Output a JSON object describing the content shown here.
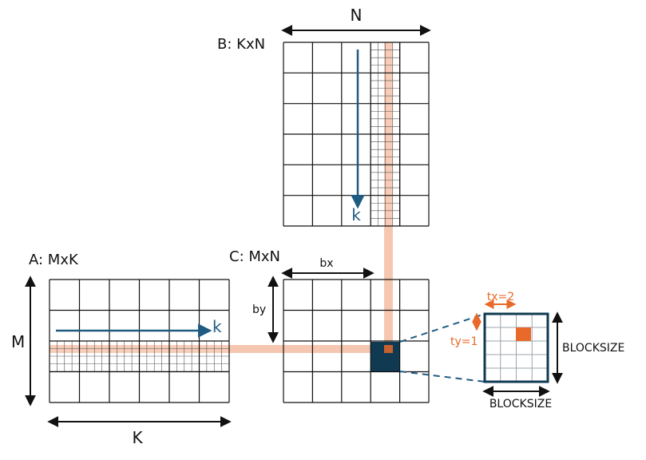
{
  "labels": {
    "matrix_a": "A: MxK",
    "matrix_b": "B: KxN",
    "matrix_c": "C: MxN",
    "dim_m": "M",
    "dim_k": "K",
    "dim_n": "N",
    "bx": "bx",
    "by": "by",
    "k_a": "k",
    "k_b": "k",
    "tx": "tx=2",
    "ty": "ty=1",
    "blocksize_right": "BLOCKSIZE",
    "blocksize_bottom": "BLOCKSIZE"
  },
  "colors": {
    "grid": "#111111",
    "highlight": "#f6c7b0",
    "accent_blue": "#1f5b80",
    "dark_block": "#0f3a52",
    "accent_orange": "#e8692a"
  }
}
